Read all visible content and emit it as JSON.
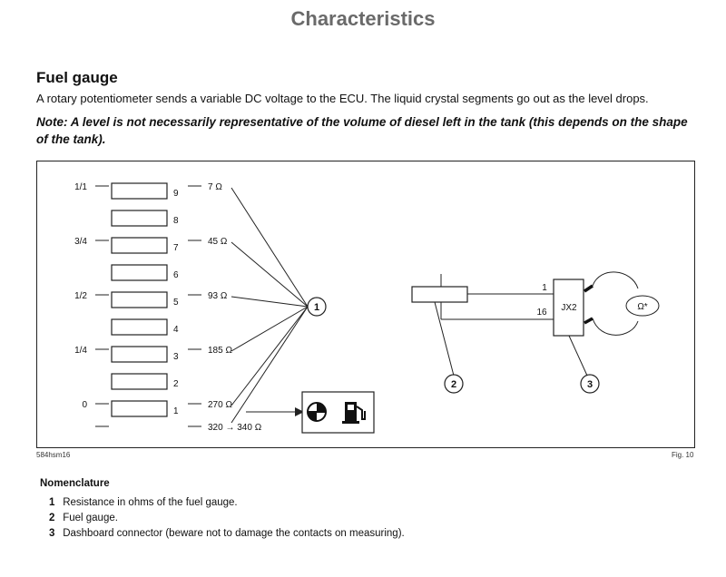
{
  "page": {
    "title": "Characteristics",
    "section_heading": "Fuel gauge",
    "description": "A rotary potentiometer sends a variable DC voltage to the ECU. The liquid crystal segments go out as the level drops.",
    "note": "Note: A level is not necessarily representative of the volume of diesel left in the tank (this depends on the shape of the tank)."
  },
  "figure": {
    "code": "584hsm16",
    "number": "Fig. 10",
    "segments": [
      {
        "num": "9",
        "level": "1/1",
        "resistance": "7 Ω"
      },
      {
        "num": "8",
        "level": "",
        "resistance": ""
      },
      {
        "num": "7",
        "level": "3/4",
        "resistance": "45 Ω"
      },
      {
        "num": "6",
        "level": "",
        "resistance": ""
      },
      {
        "num": "5",
        "level": "1/2",
        "resistance": "93 Ω"
      },
      {
        "num": "4",
        "level": "",
        "resistance": ""
      },
      {
        "num": "3",
        "level": "1/4",
        "resistance": "185 Ω"
      },
      {
        "num": "2",
        "level": "",
        "resistance": ""
      },
      {
        "num": "1",
        "level": "0",
        "resistance": "270 Ω"
      }
    ],
    "bottom_resistance": "320 → 340 Ω",
    "callouts": [
      "1",
      "2",
      "3"
    ],
    "connector_label": "JX2",
    "pin_top": "1",
    "pin_bottom": "16",
    "ohm_label": "Ω*",
    "icons": [
      "warning-lamp-icon",
      "fuel-pump-icon"
    ]
  },
  "nomenclature": {
    "heading": "Nomenclature",
    "items": [
      {
        "num": "1",
        "text": "Resistance in ohms of the fuel gauge."
      },
      {
        "num": "2",
        "text": "Fuel gauge."
      },
      {
        "num": "3",
        "text": "Dashboard connector (beware not to damage the contacts on measuring)."
      }
    ]
  }
}
